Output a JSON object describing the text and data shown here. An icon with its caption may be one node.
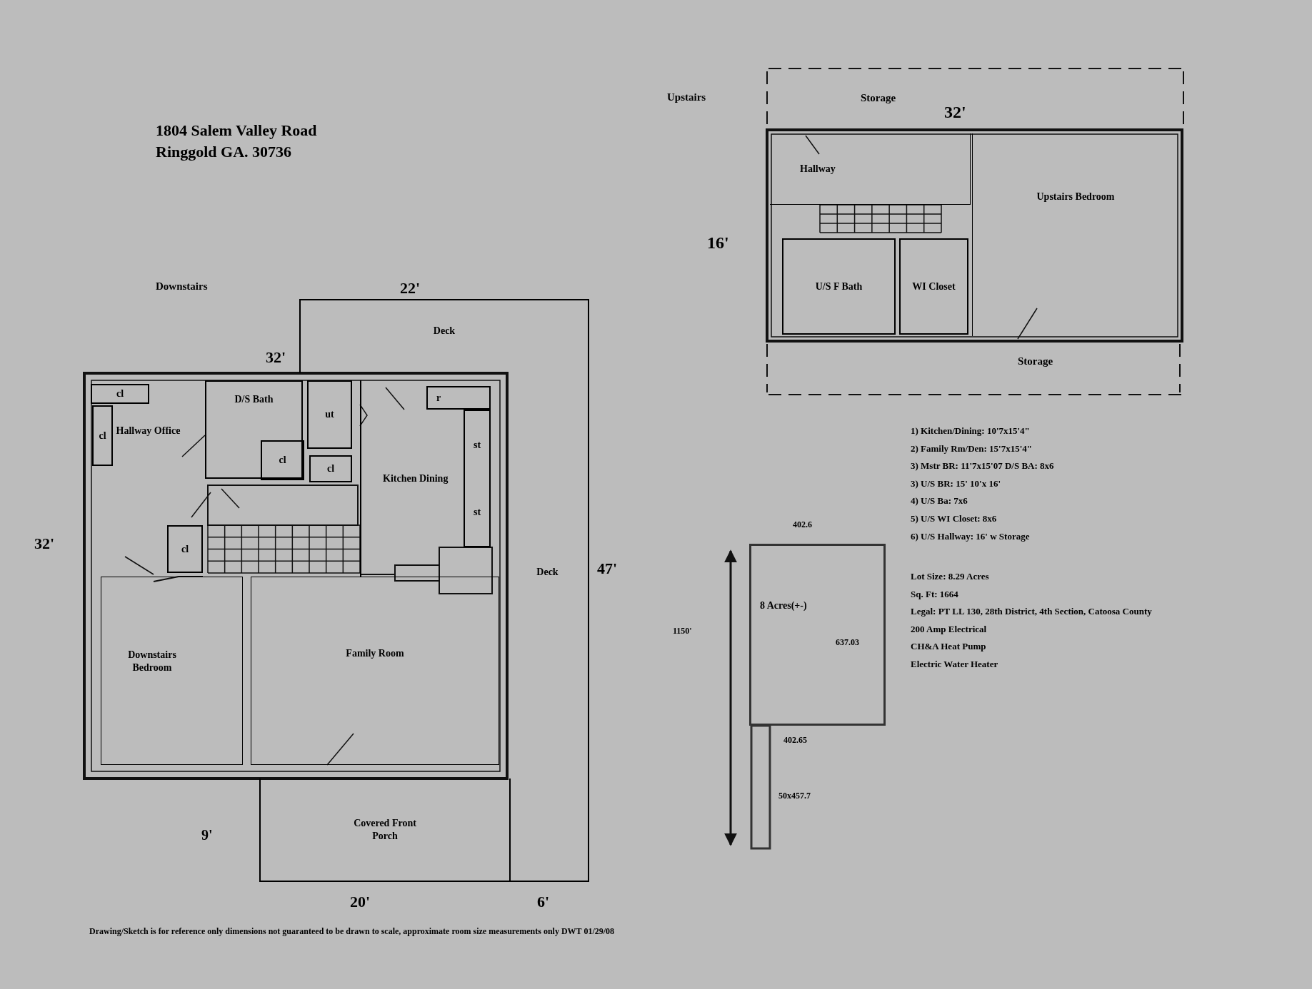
{
  "diagram": {
    "title": "1804 Salem Valley Road Ringgold GA. 30736",
    "nodes": [
      {
        "text": [
          "Deck"
        ]
      },
      {
        "text": [
          "Deck"
        ]
      },
      {
        "text": [
          "Hallway Office"
        ]
      },
      {
        "text": [
          "cl"
        ]
      },
      {
        "text": [
          "cl"
        ]
      },
      {
        "text": [
          "D/S Bath"
        ]
      },
      {
        "text": [
          "cl"
        ],
        "in": 5
      },
      {
        "text": [
          "ut"
        ]
      },
      {
        "text": [
          "cl"
        ]
      },
      {
        "text": [
          "cl"
        ]
      },
      {
        "text": [
          "Kitchen Dining"
        ]
      },
      {
        "text": [
          "r"
        ],
        "in": 10
      },
      {
        "text": [
          "st",
          "st"
        ],
        "in": 10
      },
      {
        "text": [
          "Downstairs Bedroom"
        ]
      },
      {
        "text": [
          "Family Room"
        ]
      },
      {
        "text": [
          "Covered Front Porch"
        ]
      },
      {
        "text": [
          "Hallway"
        ]
      },
      {
        "text": [
          "U/S F Bath"
        ]
      },
      {
        "text": [
          "WI Closet"
        ]
      },
      {
        "text": [
          "Upstairs Bedroom"
        ]
      },
      {
        "text": [
          "8 Acres(+-)"
        ]
      }
    ],
    "labels": [
      "Downstairs",
      "22'",
      "32'",
      "32'",
      "47'",
      "9'",
      "20'",
      "6'",
      "Upstairs",
      "Storage",
      "32'",
      "16'",
      "Storage",
      "1) Kitchen/Dining: 10'7x15'4\"",
      "2) Family Rm/Den: 15'7x15'4\"",
      "3) Mstr BR: 11'7x15'07 D/S BA: 8x6",
      "3) U/S BR: 15' 10'x 16'",
      "4) U/S Ba: 7x6",
      "5) U/S WI Closet: 8x6",
      "6) U/S Hallway: 16' w Storage",
      "Lot Size: 8.29 Acres",
      "Sq. Ft: 1664",
      "Legal: PT LL 130, 28th District, 4th Section, Catoosa County",
      "200 Amp Electrical",
      "CH&A Heat Pump",
      "Electric Water Heater",
      "402.6",
      "1150'",
      "637.03",
      "402.65",
      "50x457.7",
      "Drawing/Sketch is for reference only dimensions not guaranteed to be drawn to scale, approximate room size measurements only DWT 01/29/08"
    ]
  }
}
